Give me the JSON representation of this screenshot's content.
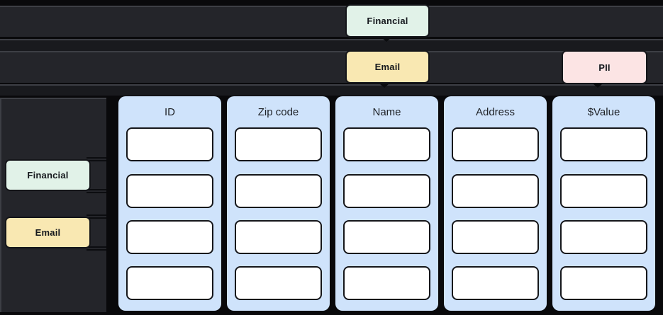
{
  "tags": {
    "financial_top": "Financial",
    "email_top": "Email",
    "pii_top": "PII",
    "financial_side": "Financial",
    "email_side": "Email"
  },
  "table": {
    "columns": [
      {
        "header": "ID",
        "cells": [
          "",
          "",
          "",
          ""
        ]
      },
      {
        "header": "Zip code",
        "cells": [
          "",
          "",
          "",
          ""
        ]
      },
      {
        "header": "Name",
        "cells": [
          "",
          "",
          "",
          ""
        ]
      },
      {
        "header": "Address",
        "cells": [
          "",
          "",
          "",
          ""
        ]
      },
      {
        "header": "$Value",
        "cells": [
          "",
          "",
          "",
          ""
        ]
      }
    ]
  },
  "colors": {
    "background": "#09090b",
    "row_strip": "#24252a",
    "collapsed_strip": "#191a1e",
    "strip_border": "#3d3f45",
    "financial_tag_bg": "#e1f2e8",
    "email_tag_bg": "#f9e8b2",
    "pii_tag_bg": "#fce4e4",
    "column_bg": "#cfe3fb",
    "cell_bg": "#ffffff",
    "tag_border": "#141519",
    "text_dark": "#1e2126"
  }
}
